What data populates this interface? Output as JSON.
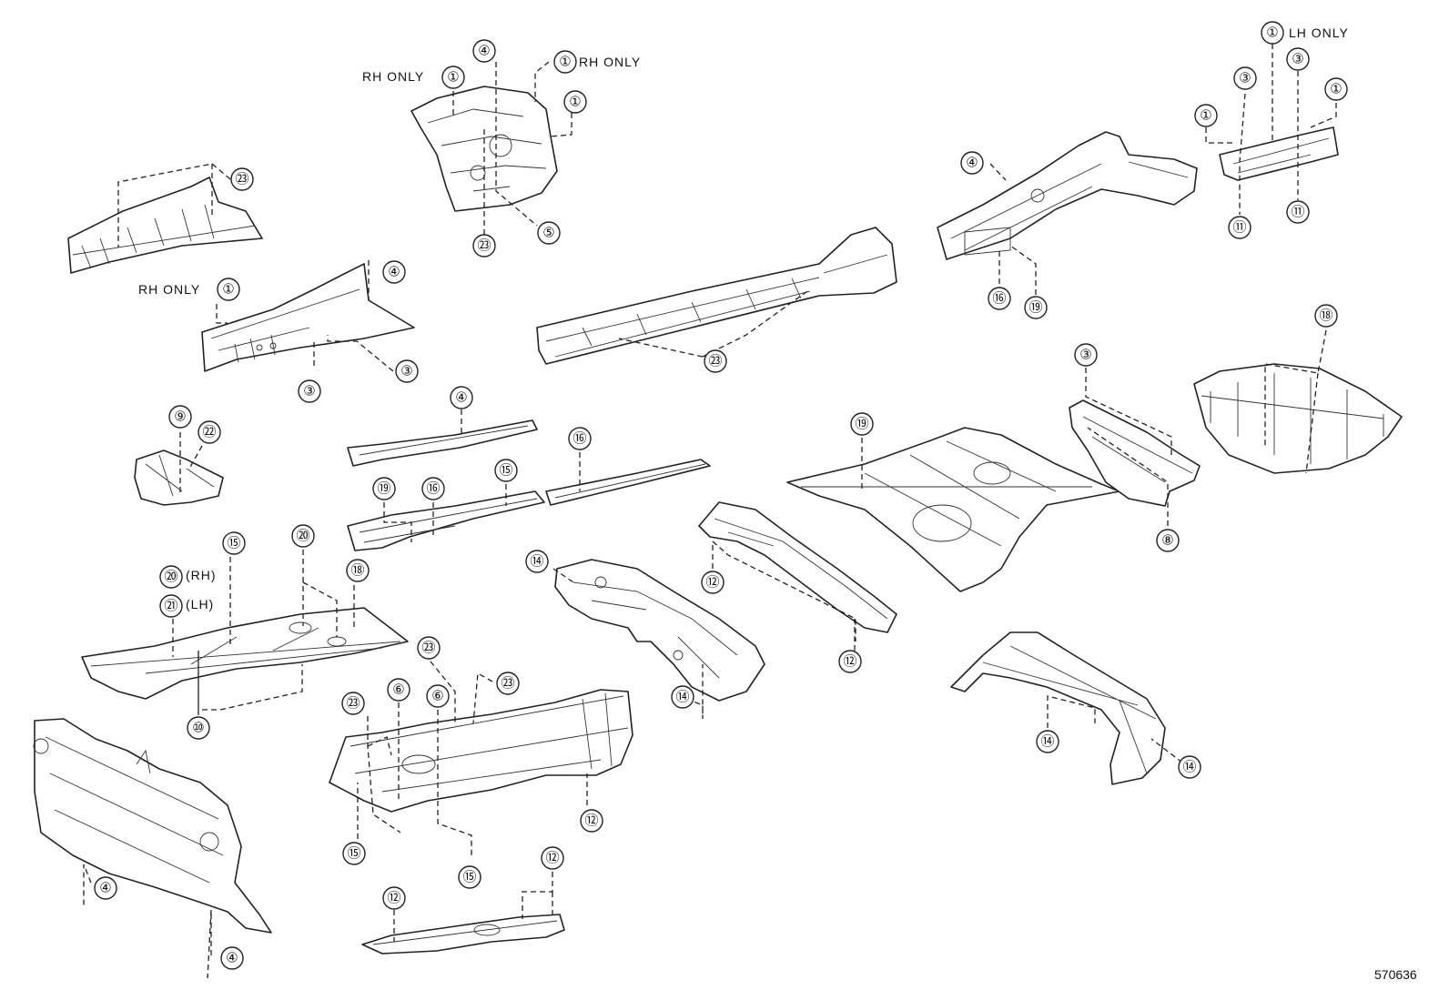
{
  "figure_id": "570636",
  "notes": {
    "rh_only": "RH ONLY",
    "lh_only": "LH ONLY",
    "rh_paren": "(RH)",
    "lh_paren": "(LH)"
  },
  "callouts": [
    {
      "id": "c1",
      "label": "④"
    },
    {
      "id": "c2",
      "label": "①"
    },
    {
      "id": "c3",
      "label": "①"
    },
    {
      "id": "c4",
      "label": "①"
    },
    {
      "id": "c5",
      "label": "⑤"
    },
    {
      "id": "c6",
      "label": "㉓"
    },
    {
      "id": "c7",
      "label": "㉓"
    },
    {
      "id": "c8",
      "label": "④"
    },
    {
      "id": "c9",
      "label": "①"
    },
    {
      "id": "c10",
      "label": "③"
    },
    {
      "id": "c11",
      "label": "③"
    },
    {
      "id": "c12",
      "label": "㉓"
    },
    {
      "id": "c13",
      "label": "④"
    },
    {
      "id": "c14",
      "label": "⑯"
    },
    {
      "id": "c15",
      "label": "⑲"
    },
    {
      "id": "c16",
      "label": "①"
    },
    {
      "id": "c17",
      "label": "③"
    },
    {
      "id": "c18",
      "label": "③"
    },
    {
      "id": "c19",
      "label": "①"
    },
    {
      "id": "c20",
      "label": "①"
    },
    {
      "id": "c21",
      "label": "⑪"
    },
    {
      "id": "c22",
      "label": "⑪"
    },
    {
      "id": "c23",
      "label": "⑨"
    },
    {
      "id": "c24",
      "label": "㉒"
    },
    {
      "id": "c25",
      "label": "④"
    },
    {
      "id": "c26",
      "label": "⑯"
    },
    {
      "id": "c27",
      "label": "⑮"
    },
    {
      "id": "c28",
      "label": "⑲"
    },
    {
      "id": "c29",
      "label": "⑯"
    },
    {
      "id": "c30",
      "label": "⑲"
    },
    {
      "id": "c31",
      "label": "③"
    },
    {
      "id": "c32",
      "label": "⑧"
    },
    {
      "id": "c33",
      "label": "⑱"
    },
    {
      "id": "c34",
      "label": "⑳"
    },
    {
      "id": "c35",
      "label": "㉑"
    },
    {
      "id": "c36",
      "label": "⑮"
    },
    {
      "id": "c37",
      "label": "⑳"
    },
    {
      "id": "c38",
      "label": "⑱"
    },
    {
      "id": "c39",
      "label": "⑩"
    },
    {
      "id": "c40",
      "label": "⑭"
    },
    {
      "id": "c41",
      "label": "⑭"
    },
    {
      "id": "c42",
      "label": "⑫"
    },
    {
      "id": "c43",
      "label": "⑫"
    },
    {
      "id": "c44",
      "label": "㉓"
    },
    {
      "id": "c45",
      "label": "㉓"
    },
    {
      "id": "c46",
      "label": "㉓"
    },
    {
      "id": "c47",
      "label": "⑥"
    },
    {
      "id": "c48",
      "label": "⑥"
    },
    {
      "id": "c49",
      "label": "⑮"
    },
    {
      "id": "c50",
      "label": "⑮"
    },
    {
      "id": "c51",
      "label": "⑫"
    },
    {
      "id": "c52",
      "label": "⑫"
    },
    {
      "id": "c53",
      "label": "⑫"
    },
    {
      "id": "c54",
      "label": "⑭"
    },
    {
      "id": "c55",
      "label": "⑭"
    },
    {
      "id": "c56",
      "label": "④"
    },
    {
      "id": "c57",
      "label": "④"
    }
  ]
}
